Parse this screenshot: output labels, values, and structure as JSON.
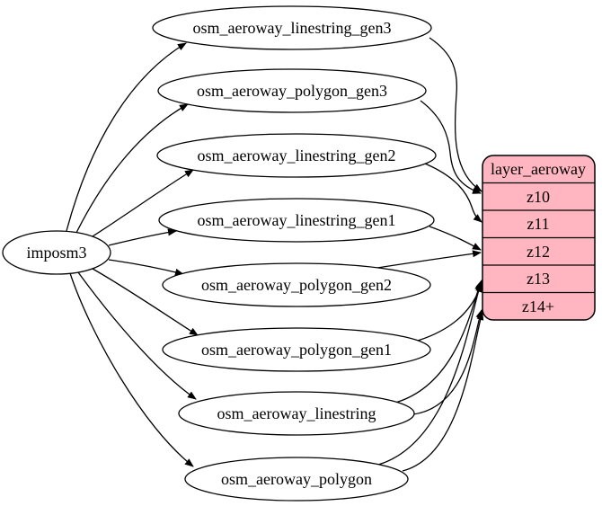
{
  "source": {
    "label": "imposm3"
  },
  "tables": [
    {
      "label": "osm_aeroway_linestring_gen3"
    },
    {
      "label": "osm_aeroway_polygon_gen3"
    },
    {
      "label": "osm_aeroway_linestring_gen2"
    },
    {
      "label": "osm_aeroway_linestring_gen1"
    },
    {
      "label": "osm_aeroway_polygon_gen2"
    },
    {
      "label": "osm_aeroway_polygon_gen1"
    },
    {
      "label": "osm_aeroway_linestring"
    },
    {
      "label": "osm_aeroway_polygon"
    }
  ],
  "record": {
    "title": "layer_aeroway",
    "rows": [
      "z10",
      "z11",
      "z12",
      "z13",
      "z14+"
    ],
    "fill": "#ffb6c1",
    "stroke": "#000000"
  },
  "edges": [
    {
      "from": "imposm3",
      "to": "osm_aeroway_linestring_gen3"
    },
    {
      "from": "imposm3",
      "to": "osm_aeroway_polygon_gen3"
    },
    {
      "from": "imposm3",
      "to": "osm_aeroway_linestring_gen2"
    },
    {
      "from": "imposm3",
      "to": "osm_aeroway_linestring_gen1"
    },
    {
      "from": "imposm3",
      "to": "osm_aeroway_polygon_gen2"
    },
    {
      "from": "imposm3",
      "to": "osm_aeroway_polygon_gen1"
    },
    {
      "from": "imposm3",
      "to": "osm_aeroway_linestring"
    },
    {
      "from": "imposm3",
      "to": "osm_aeroway_polygon"
    },
    {
      "from": "osm_aeroway_linestring_gen3",
      "to": "layer_aeroway.z10"
    },
    {
      "from": "osm_aeroway_polygon_gen3",
      "to": "layer_aeroway.z10"
    },
    {
      "from": "osm_aeroway_linestring_gen2",
      "to": "layer_aeroway.z11"
    },
    {
      "from": "osm_aeroway_linestring_gen1",
      "to": "layer_aeroway.z12"
    },
    {
      "from": "osm_aeroway_polygon_gen2",
      "to": "layer_aeroway.z12"
    },
    {
      "from": "osm_aeroway_polygon_gen1",
      "to": "layer_aeroway.z13"
    },
    {
      "from": "osm_aeroway_linestring",
      "to": "layer_aeroway.z13"
    },
    {
      "from": "osm_aeroway_linestring",
      "to": "layer_aeroway.z14+"
    },
    {
      "from": "osm_aeroway_polygon",
      "to": "layer_aeroway.z13"
    },
    {
      "from": "osm_aeroway_polygon",
      "to": "layer_aeroway.z14+"
    }
  ],
  "colors": {
    "background": "#ffffff",
    "node_fill": "#ffffff",
    "edge": "#000000",
    "record_fill": "#ffb6c1"
  }
}
